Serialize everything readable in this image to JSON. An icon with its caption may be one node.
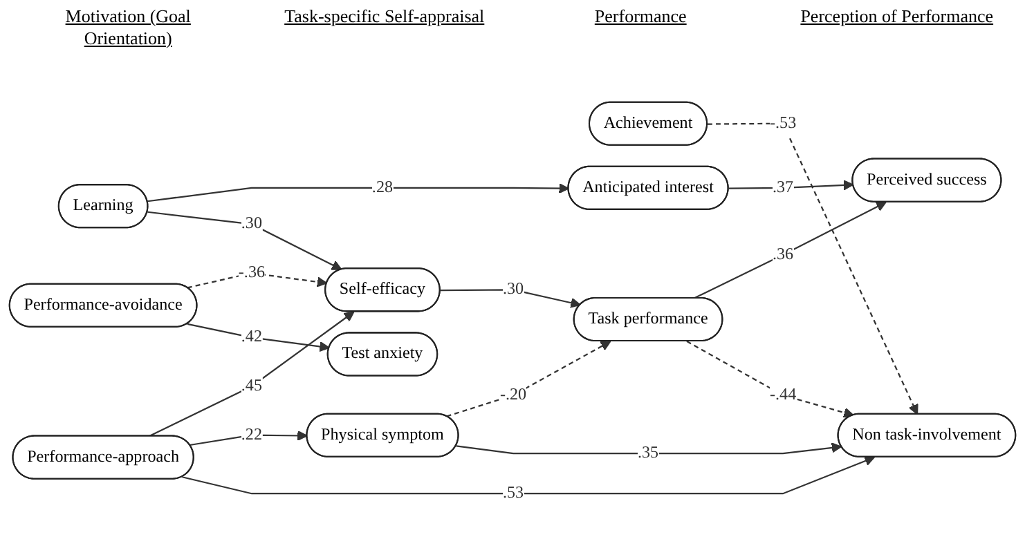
{
  "diagram": {
    "nodes": [
      {
        "text": [
          "Learning"
        ]
      },
      {
        "text": [
          "Achievement"
        ]
      },
      {
        "text": [
          "Performance-approach"
        ]
      },
      {
        "text": [
          "Performance-avoidance"
        ]
      },
      {
        "text": [
          "Anticipated interest"
        ]
      },
      {
        "text": [
          "Self-efficacy"
        ]
      },
      {
        "text": [
          "Test anxiety"
        ]
      },
      {
        "text": [
          "Physical symptom"
        ]
      },
      {
        "text": [
          "Task performance"
        ]
      },
      {
        "text": [
          "Perceived success"
        ]
      },
      {
        "text": [
          "Non task-involvement"
        ]
      }
    ],
    "edges": [
      {
        "from": 0,
        "to": 4,
        "arrow": "to",
        "label": ".28"
      },
      {
        "from": 0,
        "to": 5,
        "arrow": "to",
        "label": ".30"
      },
      {
        "from": 1,
        "to": 10,
        "arrow": "to",
        "label": "-.53",
        "style": "dashed"
      },
      {
        "from": 2,
        "to": 5,
        "arrow": "to",
        "label": ".45"
      },
      {
        "from": 2,
        "to": 7,
        "arrow": "to",
        "label": ".22"
      },
      {
        "from": 2,
        "to": 10,
        "arrow": "to",
        "label": ".53"
      },
      {
        "from": 3,
        "to": 5,
        "arrow": "to",
        "label": "-.36",
        "style": "dashed"
      },
      {
        "from": 3,
        "to": 6,
        "arrow": "to",
        "label": ".42"
      },
      {
        "from": 4,
        "to": 9,
        "arrow": "to",
        "label": ".37"
      },
      {
        "from": 5,
        "to": 8,
        "arrow": "to",
        "label": ".30"
      },
      {
        "from": 7,
        "to": 8,
        "arrow": "to",
        "label": "-.20",
        "style": "dashed"
      },
      {
        "from": 7,
        "to": 10,
        "arrow": "to",
        "label": ".35"
      },
      {
        "from": 8,
        "to": 9,
        "arrow": "to",
        "label": ".36"
      },
      {
        "from": 8,
        "to": 10,
        "arrow": "to",
        "label": "-.44",
        "style": "dashed"
      }
    ],
    "labels": [
      "Motivation (Goal Orientation)",
      "Task-specific Self-appraisal",
      "Performance",
      "Perception of Performance"
    ]
  }
}
